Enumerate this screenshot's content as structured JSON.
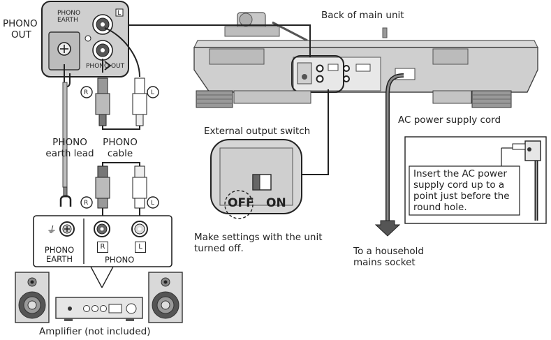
{
  "labels": {
    "phono_out": [
      "PHONO",
      "OUT"
    ],
    "back_of_main_unit": "Back of main unit",
    "phono_earth_lead": [
      "PHONO",
      "earth lead"
    ],
    "phono_cable": [
      "PHONO",
      "cable"
    ],
    "external_output_switch": "External output switch",
    "ac_power_supply_cord": "AC power supply cord",
    "make_settings": [
      "Make settings with the unit",
      "turned off."
    ],
    "household_socket": [
      "To a household",
      "mains socket"
    ],
    "amplifier": "Amplifier (not included)",
    "insert_ac": [
      "Insert the AC power",
      "supply cord up to a",
      "point just before the",
      "round hole."
    ]
  },
  "panel_inset": {
    "phono_earth": [
      "PHONO",
      "EARTH"
    ],
    "phono_out": "PHONO OUT",
    "l_mark": "L"
  },
  "amp_panel": {
    "phono_earth": [
      "PHONO",
      "EARTH"
    ],
    "phono": "PHONO",
    "r_box": "R",
    "l_box": "L"
  },
  "switch": {
    "off": "OFF",
    "on": "ON"
  },
  "plug_marks": {
    "r": "R",
    "l": "L"
  }
}
